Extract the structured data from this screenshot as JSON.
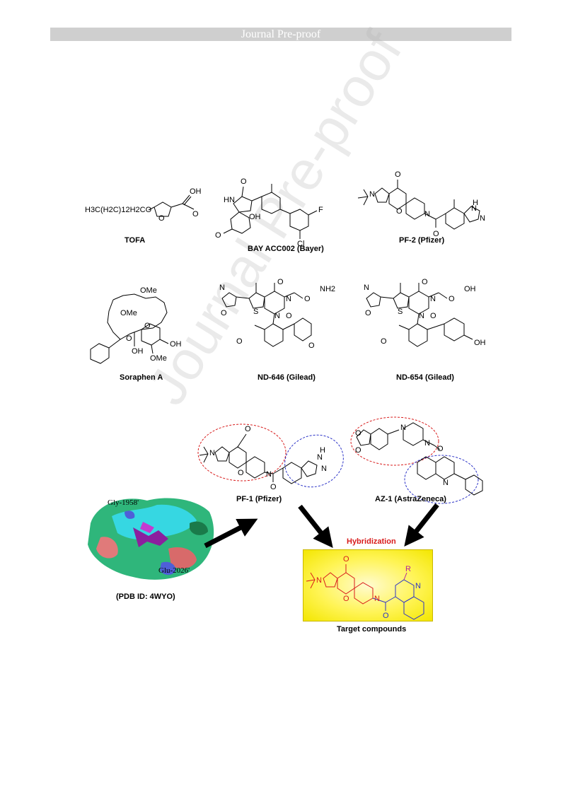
{
  "header": {
    "title": "Journal Pre-proof"
  },
  "watermark": "Journal Pre-proof",
  "compounds": {
    "tofa": {
      "label": "TOFA",
      "formula": "H3C(H2C)12H2CO"
    },
    "bay": {
      "label": "BAY ACC002 (Bayer)"
    },
    "pf2": {
      "label": "PF-2 (Pfizer)"
    },
    "soraphen": {
      "label": "Soraphen A"
    },
    "nd646": {
      "label": "ND-646 (Gilead)"
    },
    "nd654": {
      "label": "ND-654 (Gilead)"
    },
    "pf1": {
      "label": "PF-1 (Pfizer)"
    },
    "az1": {
      "label": "AZ-1 (AstraZeneca)"
    },
    "pdb": {
      "label": "(PDB ID: 4WYO)",
      "residue1": "Gly-1958'",
      "residue2": "Glu-2026'"
    },
    "hybrid": {
      "label": "Hybridization"
    },
    "target": {
      "label": "Target compounds",
      "r_group": "R"
    }
  },
  "atoms": {
    "O": "O",
    "OH": "OH",
    "N": "N",
    "NH": "NH",
    "HN": "HN",
    "H": "H",
    "F": "F",
    "Cl": "Cl",
    "OMe": "OMe",
    "NH2": "NH2",
    "S": "S"
  },
  "colors": {
    "red_group": "#d81b1b",
    "blue_group": "#2c33c7",
    "magenta": "#b3239b",
    "arrow": "#000000",
    "target_bg": "#fff455"
  }
}
